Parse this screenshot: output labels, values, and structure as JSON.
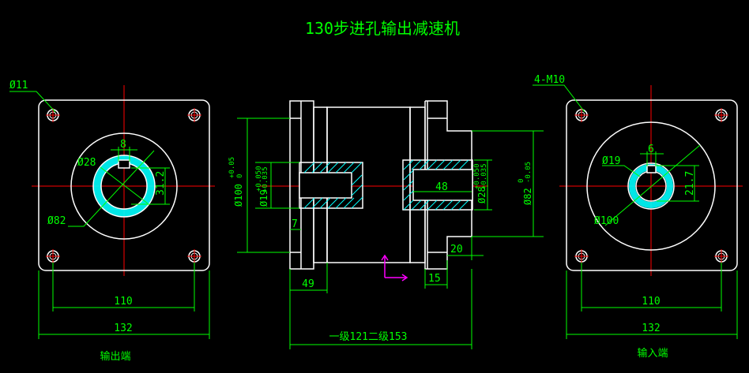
{
  "title": "130步进孔输出减速机",
  "colors": {
    "background": "#000000",
    "outline": "#ffffff",
    "dimension": "#00ff00",
    "centerline": "#ff0000",
    "hatch": "#00ffff",
    "ucs": "#ff00ff"
  },
  "left_view": {
    "caption": "输出端",
    "labels": {
      "hole_dia": "Ø11",
      "key_width": "8",
      "bore_dia": "Ø28",
      "key_depth": "31.2",
      "pilot_dia": "Ø82",
      "hole_spacing": "110",
      "flange_width": "132"
    }
  },
  "middle_view": {
    "labels": {
      "pilot_dia_100": "Ø100",
      "pilot_tol_100_upper": "+0.05",
      "pilot_tol_100_lower": "0",
      "input_bore": "Ø19",
      "input_bore_tol_upper": "+0.050",
      "input_bore_tol_lower": "+0.035",
      "input_depth": "7",
      "input_length": "49",
      "output_length": "48",
      "output_bore": "Ø28",
      "output_bore_tol_upper": "+0.050",
      "output_bore_tol_lower": "+0.035",
      "output_pilot": "Ø82",
      "output_pilot_tol_upper": "0",
      "output_pilot_tol_lower": "-0.05",
      "flange_thickness": "20",
      "pilot_length": "15",
      "overall_length": "一级121二级153"
    }
  },
  "right_view": {
    "caption": "输入端",
    "labels": {
      "thread_spec": "4-M10",
      "bore_dia": "Ø19",
      "key_width": "6",
      "key_depth": "21.7",
      "pcd": "Ø100",
      "hole_spacing": "110",
      "flange_width": "132"
    }
  }
}
